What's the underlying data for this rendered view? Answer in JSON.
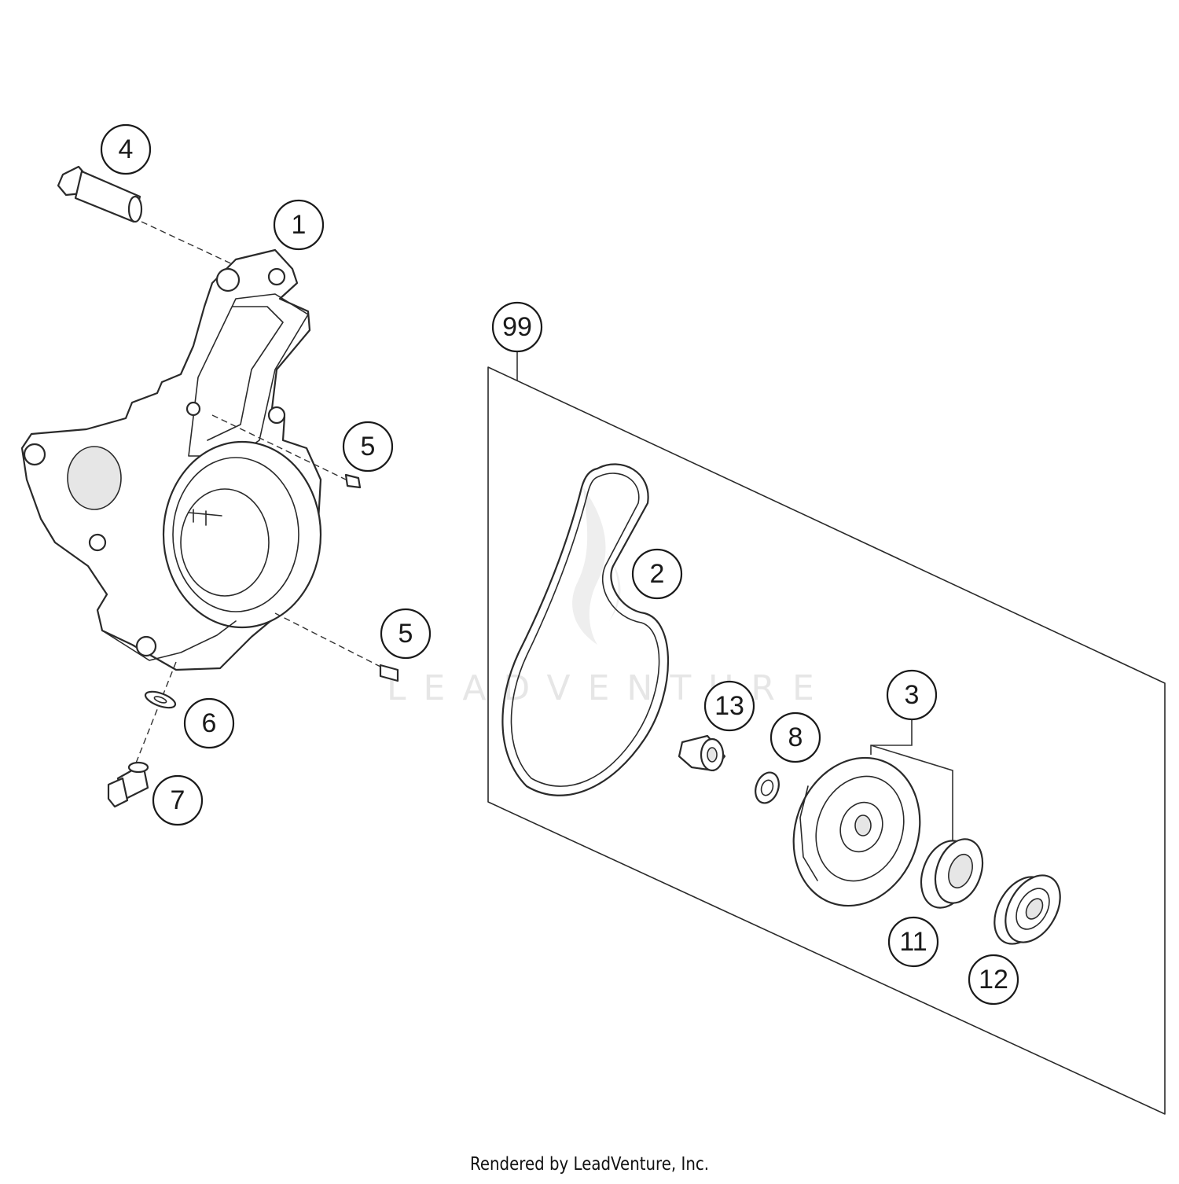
{
  "callouts": {
    "c4": "4",
    "c1": "1",
    "c99": "99",
    "c5a": "5",
    "c5b": "5",
    "c2": "2",
    "c6": "6",
    "c13": "13",
    "c3": "3",
    "c8": "8",
    "c7": "7",
    "c11": "11",
    "c12": "12"
  },
  "watermark": "LEADVENTURE",
  "footer": "Rendered by LeadVenture, Inc."
}
